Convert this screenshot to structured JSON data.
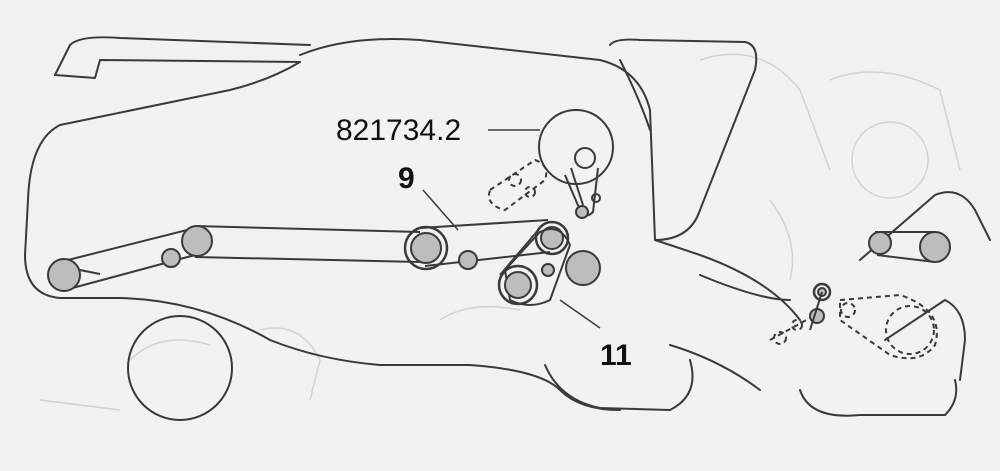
{
  "diagram": {
    "callouts": {
      "part_number": "821734.2",
      "label_9": "9",
      "label_11": "11"
    },
    "colors": {
      "background": "#f2f2f2",
      "outline": "#3a3a3a",
      "pulley_fill": "#bdbdbd",
      "ghost": "#cfcfcf"
    }
  }
}
